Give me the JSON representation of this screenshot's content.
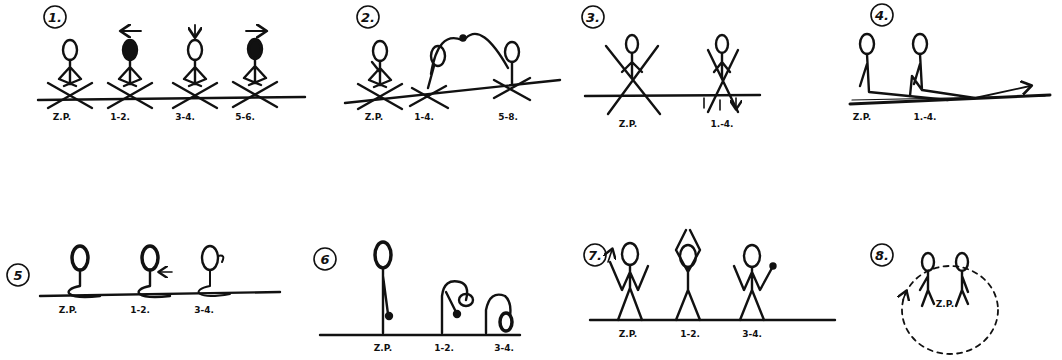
{
  "diagram": {
    "labels": [
      "1.",
      "Z.P.",
      "1-2.",
      "3-4.",
      "5-6.",
      "2.",
      "Z.P.",
      "1-4.",
      "5-8.",
      "3.",
      "Z.P.",
      "1.-4.",
      "4.",
      "Z.P.",
      "1.-4.",
      "5",
      "Z.P.",
      "1-2.",
      "3-4.",
      "6",
      "Z.P.",
      "1-2.",
      "3-4.",
      "7.",
      "Z.P.",
      "1-2.",
      "3-4.",
      "8.",
      "Z.P."
    ]
  }
}
